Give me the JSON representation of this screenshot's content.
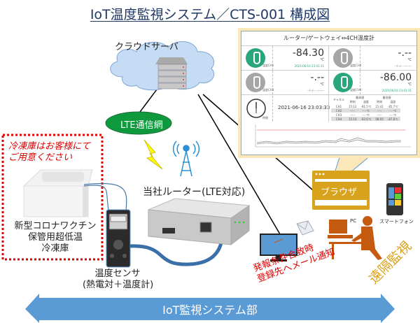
{
  "title": "IoT温度監視システム／CTS-001 構成図",
  "cloud": {
    "label": "クラウドサーバ"
  },
  "network": {
    "label": "LTE通信網"
  },
  "router": {
    "label": "当社ルーター(LTE対応)"
  },
  "freezer": {
    "note_line1": "冷凍庫はお客様にて",
    "note_line2": "ご用意ください",
    "label_line1": "新型コロナワクチン",
    "label_line2": "保管用超低温",
    "label_line3": "冷凍庫"
  },
  "sensor": {
    "label_line1": "温度センサ",
    "label_line2": "(熱電対＋温度計)"
  },
  "browser": {
    "label": "ブラウザ"
  },
  "pc": {
    "label": "PC"
  },
  "smartphone": {
    "label": "スマートフォン"
  },
  "alert": {
    "line1": "発報条件合致時",
    "line2": "登録先へメール通知"
  },
  "remote": {
    "label": "遠隔監視"
  },
  "bottom_arrow": {
    "label": "IoT監視システム部"
  },
  "monitor": {
    "title": "ルーター/ゲートウェイ⇔4CH温度計",
    "channels": [
      {
        "name": "温度CH1",
        "value": "-84.30",
        "unit": "℃",
        "timestamp": "2021/06/16 23:03:31",
        "active": true
      },
      {
        "name": "温度CH2",
        "value": "-.--",
        "unit": "℃",
        "timestamp": "--/--/-- --:--:--",
        "active": false
      },
      {
        "name": "温度CH3",
        "value": "-.--",
        "unit": "℃",
        "timestamp": "--/--/-- --:--:--",
        "active": false
      },
      {
        "name": "温度CH4",
        "value": "-86.00",
        "unit": "℃",
        "timestamp": "2021/06/16 23:03:31",
        "active": true
      }
    ],
    "clock_label": "時間",
    "clock_time": "2021-06-16 23:03:33",
    "table": {
      "headers": [
        "チャネル",
        "時刻",
        "温度",
        "時刻",
        "温度"
      ],
      "group_headers": [
        "最高値",
        "最低値"
      ],
      "rows": [
        [
          "CH1",
          "15:12",
          "-81.5℃",
          "21:41",
          "-85.7℃"
        ],
        [
          "CH2",
          "--:--",
          "--.-℃",
          "--:--",
          "--.-℃"
        ],
        [
          "CH3",
          "--:--",
          "--.-℃",
          "--:--",
          "--.-℃"
        ],
        [
          "CH4",
          "15:16",
          "-83.6℃",
          "08:05",
          "-87.8℃"
        ]
      ]
    }
  },
  "colors": {
    "title": "#1f3864",
    "accent_green": "#2aa67c",
    "inactive_gray": "#a6a6a6",
    "lte_green": "#0e9a3c",
    "browser_gold": "#d9a21c",
    "pc_orange": "#c55a11",
    "alert_red": "#e00000",
    "arrow_blue": "#5b9bd5",
    "cloud_blue": "#c5dcf4"
  }
}
